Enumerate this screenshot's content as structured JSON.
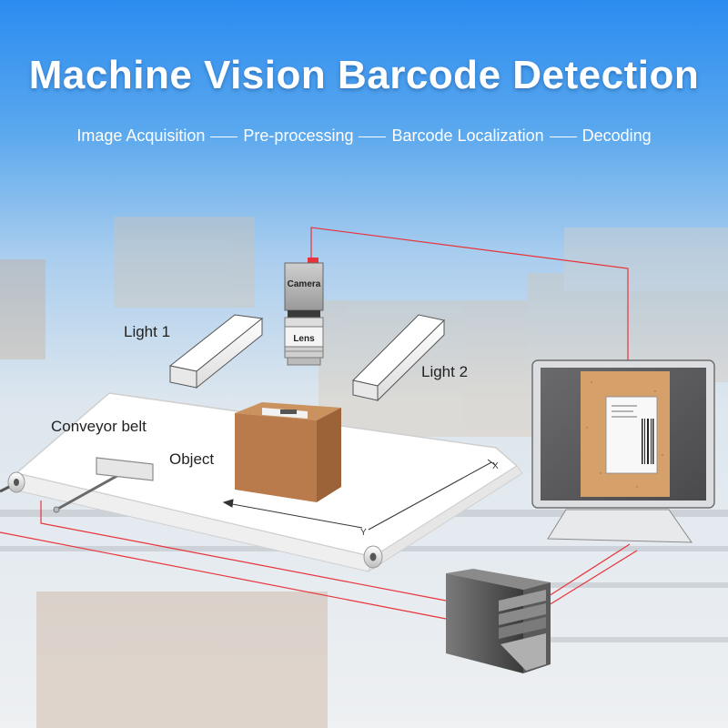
{
  "title": "Machine Vision Barcode Detection",
  "steps": [
    "Image Acquisition",
    "Pre-processing",
    "Barcode Localization",
    "Decoding"
  ],
  "labels": {
    "light_1": "Light 1",
    "light_2": "Light 2",
    "camera": "Camera",
    "lens": "Lens",
    "conveyor_belt": "Conveyor belt",
    "object": "Object",
    "axis_x": "X",
    "axis_y": "Y"
  },
  "colors": {
    "sky_top": "#2a8cf0",
    "wire": "#e8333a",
    "box": "#b97a4c",
    "monitor_frame": "#d9dadc",
    "screen": "#5a5a5c",
    "cork": "#d5a06a"
  }
}
